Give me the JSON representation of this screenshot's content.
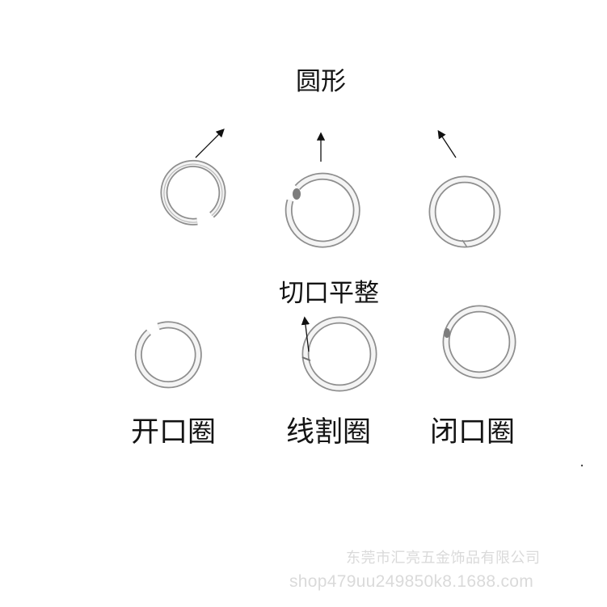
{
  "title": "圆形",
  "callout": "切口平整",
  "rings": [
    {
      "label": "开口圈"
    },
    {
      "label": "线割圈"
    },
    {
      "label": "闭口圈"
    }
  ],
  "watermark": {
    "company": "东莞市汇亮五金饰品有限公司",
    "url": "shop479uu249850k8.1688.com"
  },
  "colors": {
    "text": "#141414",
    "ring_outer": "#8e8e8e",
    "ring_inner": "#f4f4f4",
    "watermark": "#dadada"
  }
}
